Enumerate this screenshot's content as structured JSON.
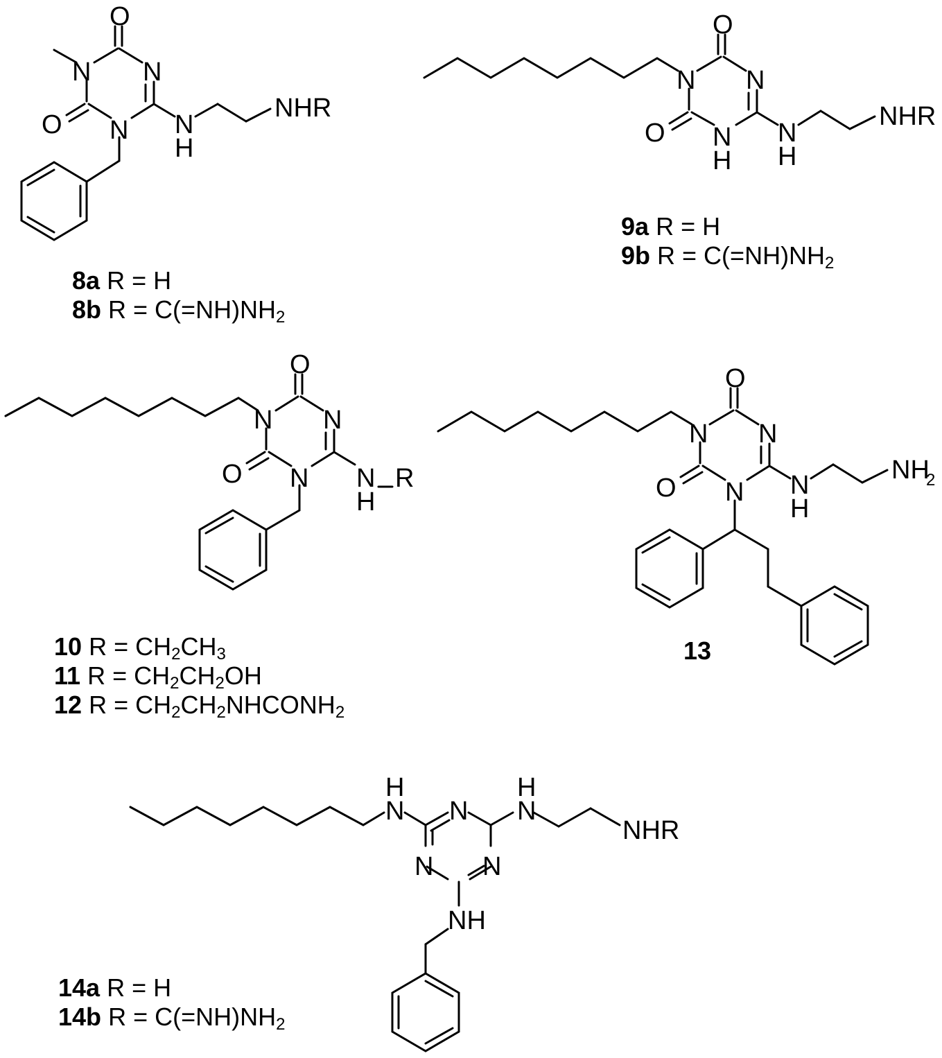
{
  "atom_text": {
    "O": "O",
    "N": "N",
    "H": "H",
    "NH": "NH",
    "NHR": "NHR",
    "NH2_main": "NH",
    "sub2": "2",
    "R": "R"
  },
  "compounds": [
    {
      "id": "8",
      "lines": [
        {
          "num": "8a",
          "parts": [
            "R = H"
          ]
        },
        {
          "num": "8b",
          "parts": [
            "R = C(=NH)NH",
            "2"
          ]
        }
      ]
    },
    {
      "id": "9",
      "lines": [
        {
          "num": "9a",
          "parts": [
            "R = H"
          ]
        },
        {
          "num": "9b",
          "parts": [
            "R = C(=NH)NH",
            "2"
          ]
        }
      ]
    },
    {
      "id": "10-12",
      "lines": [
        {
          "num": "10",
          "parts": [
            "R = CH",
            "2",
            "CH",
            "3"
          ]
        },
        {
          "num": "11",
          "parts": [
            "R = CH",
            "2",
            "CH",
            "2",
            "OH"
          ]
        },
        {
          "num": "12",
          "parts": [
            "R = CH",
            "2",
            "CH",
            "2",
            "NHCONH",
            "2"
          ]
        }
      ]
    },
    {
      "id": "13",
      "lines": [
        {
          "num": "13",
          "parts": []
        }
      ]
    },
    {
      "id": "14",
      "lines": [
        {
          "num": "14a",
          "parts": [
            "R = H"
          ]
        },
        {
          "num": "14b",
          "parts": [
            "R = C(=NH)NH",
            "2"
          ]
        }
      ]
    }
  ]
}
